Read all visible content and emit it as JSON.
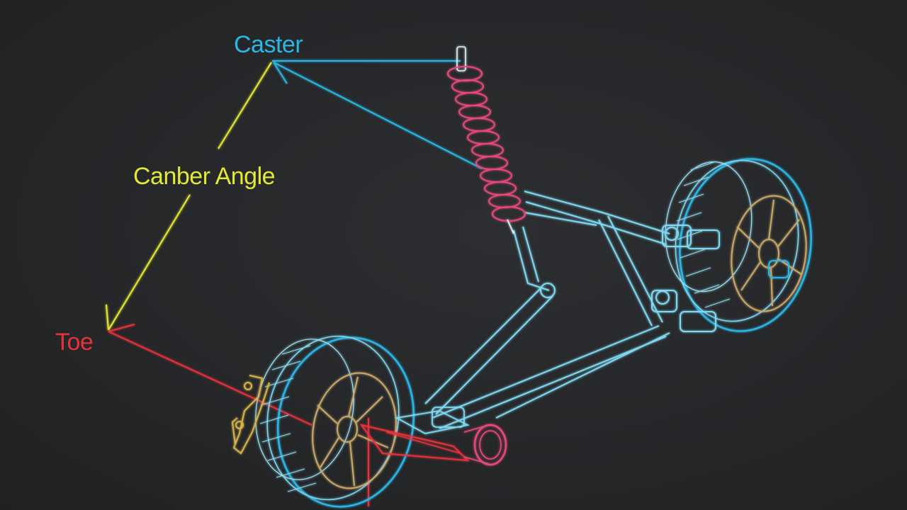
{
  "labels": {
    "caster": "Caster",
    "camber": "Canber Angle",
    "toe": "Toe"
  },
  "colors": {
    "background": "#26282a",
    "caster": "#2cb6e6",
    "camber": "#e3e832",
    "toe": "#e8303a",
    "wireframe": "#7fd9f2",
    "spring": "#e84a7a",
    "rim": "#c9a86a",
    "caliper": "#d9b34a"
  },
  "icons": [
    "coil-spring-icon",
    "wheel-icon",
    "brake-caliper-icon",
    "control-arm-icon"
  ]
}
